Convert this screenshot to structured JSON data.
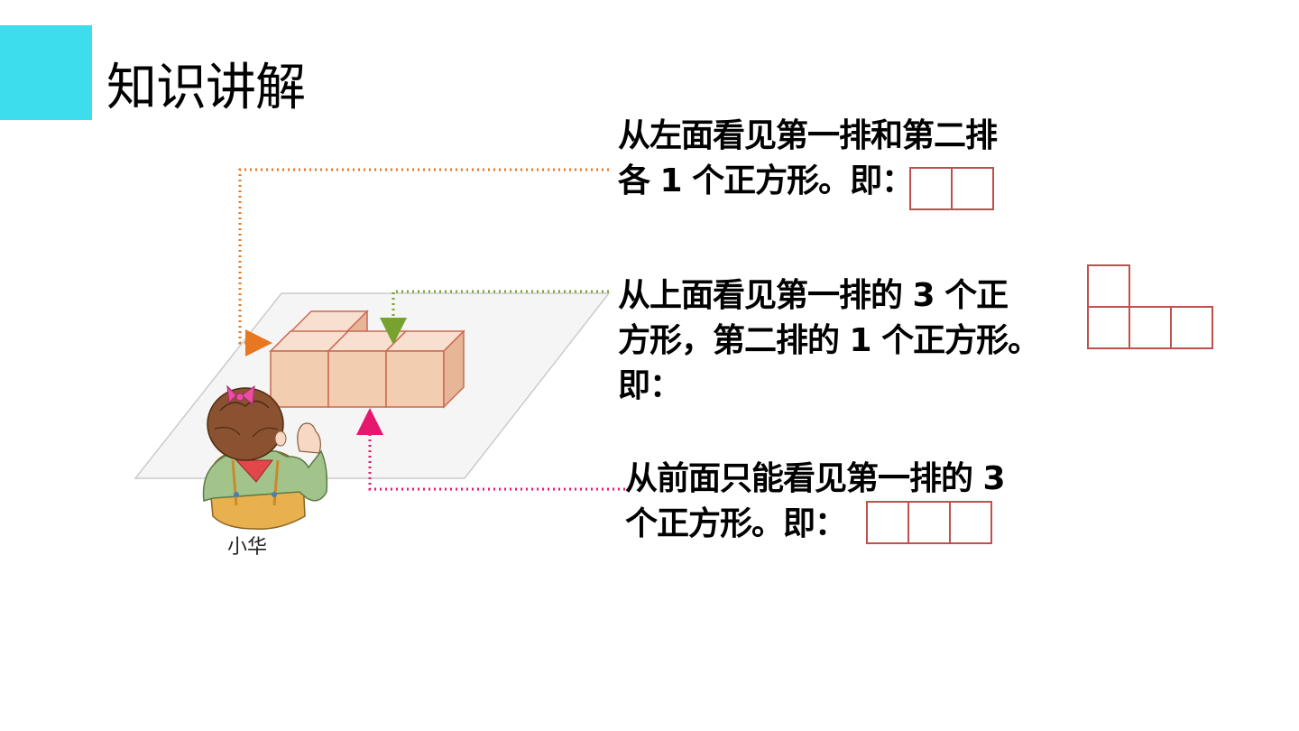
{
  "page": {
    "title": "知识讲解",
    "accent_color": "#3dddee"
  },
  "illustration": {
    "character_name": "小华",
    "cube_color": "#f2cdb0",
    "cube_edge_color": "#c96a52",
    "arrow_colors": {
      "left": "#e87722",
      "top": "#78a22f",
      "front": "#e6176e"
    }
  },
  "views": {
    "left": {
      "lines": [
        "从左面看见第一排和第二排",
        "各 1 个正方形。即："
      ]
    },
    "top": {
      "lines": [
        "从上面看见第一排的 3 个正",
        "方形，第二排的 1 个正方形。",
        "即："
      ]
    },
    "front": {
      "lines": [
        "从前面只能看见第一排的 3",
        "个正方形。即："
      ]
    },
    "square_color": "#c0504d"
  }
}
